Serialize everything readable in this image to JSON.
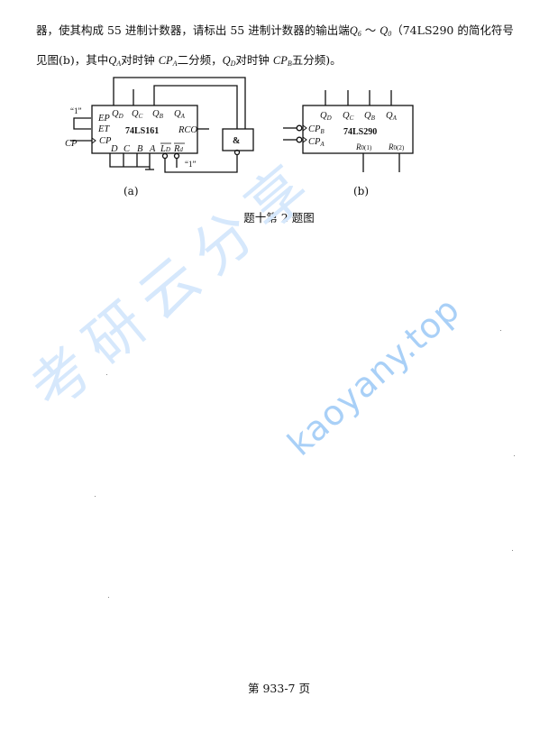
{
  "text": {
    "line1": {
      "before": "器，使其构成 55 进制计数器，请标出 55 进制计数器的输出端",
      "q6": "Q",
      "q6_sub": "6",
      "tilde": " ～ ",
      "q0": "Q",
      "q0_sub": "0",
      "after": "（74LS290 的简化符号"
    },
    "line2": {
      "part1": "见图(b)，其中",
      "qa": "Q",
      "qa_sub": "A",
      "part2": "对时钟",
      "cpa": "CP",
      "cpa_sub": "A",
      "part3": "二分频，",
      "qd": "Q",
      "qd_sub": "D",
      "part4": "对时钟",
      "cpb": "CP",
      "cpb_sub": "B",
      "part5": "五分频)。"
    }
  },
  "figure_a": {
    "chip_label": "74LS161",
    "outputs": [
      "QD",
      "QC",
      "QB",
      "QA"
    ],
    "inputs_left": [
      "EP",
      "ET",
      "CP"
    ],
    "inputs_bottom": [
      "D",
      "C",
      "B",
      "A",
      "LD",
      "Rd"
    ],
    "rco": "RCO",
    "one_label_top": "“1”",
    "one_label_bottom": "“1”",
    "clock_label": "CP",
    "gate_label": "&",
    "caption": "(a)"
  },
  "figure_b": {
    "chip_label": "74LS290",
    "outputs": [
      "QD",
      "QC",
      "QB",
      "QA"
    ],
    "clock_inputs": [
      "CPB",
      "CPA"
    ],
    "reset_inputs": [
      "R0(1)",
      "R0(2)"
    ],
    "caption": "(b)"
  },
  "figure_caption": "题十第 2 题图",
  "page_number": "第 933-7 页",
  "watermark": {
    "chinese": "考研云分享",
    "url": "kaoyany.top"
  }
}
